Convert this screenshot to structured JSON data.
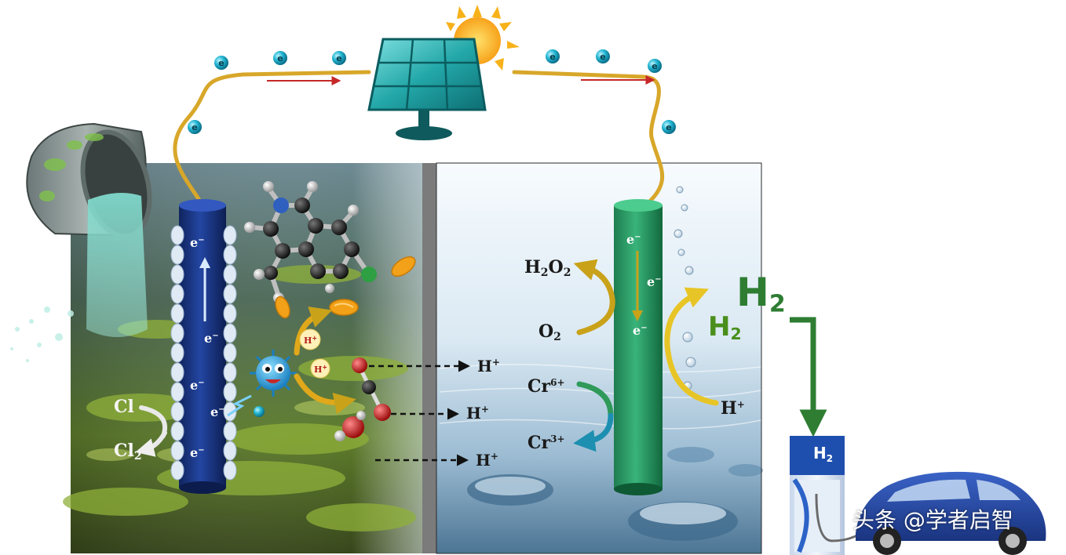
{
  "diagram": {
    "labels": {
      "h2o2": [
        "H",
        "2",
        "O",
        "2"
      ],
      "o2": [
        "O",
        "2"
      ],
      "cr6": [
        "Cr",
        "6+"
      ],
      "cr3": [
        "Cr",
        "3+"
      ],
      "h2_big": [
        "H",
        "2"
      ],
      "h2_mid": [
        "H",
        "2"
      ],
      "h_plus_cathode": [
        "H",
        "+"
      ],
      "cl": "Cl",
      "cl2": [
        "Cl",
        "2"
      ],
      "h_plus_1": [
        "H",
        "+"
      ],
      "h_plus_2": [
        "H",
        "+"
      ],
      "h_plus_3": [
        "H",
        "+"
      ],
      "h_plus_bubble_1": [
        "H",
        "+"
      ],
      "h_plus_bubble_2": [
        "H",
        "+"
      ],
      "station": [
        "H",
        "2"
      ]
    },
    "electron_symbol": "e",
    "electron_charge": "−",
    "anode_electrons": [
      "e",
      "e",
      "e",
      "e",
      "e"
    ],
    "cathode_electrons": [
      "e",
      "e",
      "e"
    ],
    "watermark": "头条 @学者启智"
  },
  "colors": {
    "anode": "#1c3d8f",
    "cathode": "#2e9e6a",
    "wire": "#d8a72a",
    "electron": "#1fb0c8",
    "arrow_green": "#2e7d32",
    "arrow_gold": "#c9a21a",
    "arrow_red": "#c62828"
  }
}
